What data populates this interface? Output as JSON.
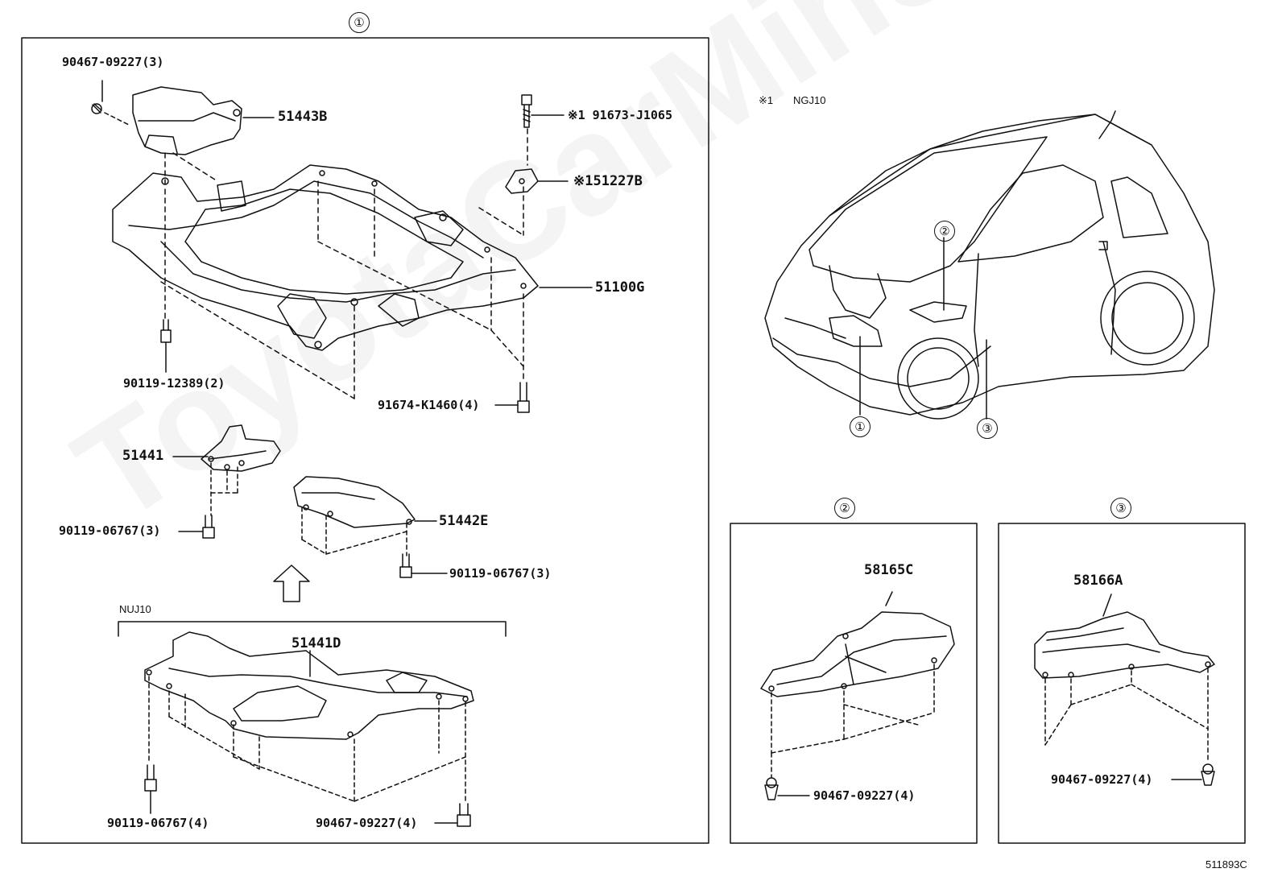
{
  "watermark": "ToyotaCarMine.ru",
  "callouts": {
    "one": "①",
    "two": "②",
    "three": "③"
  },
  "note": {
    "mark": "※1",
    "model": "NGJ10"
  },
  "group_label": "NUJ10",
  "diagram_code": "511893C",
  "panel1": {
    "parts": {
      "bolt_90467_09227_3": "90467-09227(3)",
      "p51443B": "51443B",
      "bolt_91673_J1065": "※1 91673-J1065",
      "p51227B": "※151227B",
      "p51100G": "51100G",
      "bolt_90119_12389_2": "90119-12389(2)",
      "bolt_91674_K1460_4": "91674-K1460(4)",
      "p51441": "51441",
      "bolt_90119_06767_3_left": "90119-06767(3)",
      "p51442E": "51442E",
      "bolt_90119_06767_3_right": "90119-06767(3)",
      "p51441D": "51441D",
      "bolt_90119_06767_4": "90119-06767(4)",
      "bolt_90467_09227_4": "90467-09227(4)"
    }
  },
  "panel2": {
    "part": "58165C",
    "bolt": "90467-09227(4)"
  },
  "panel3": {
    "part": "58166A",
    "bolt": "90467-09227(4)"
  }
}
